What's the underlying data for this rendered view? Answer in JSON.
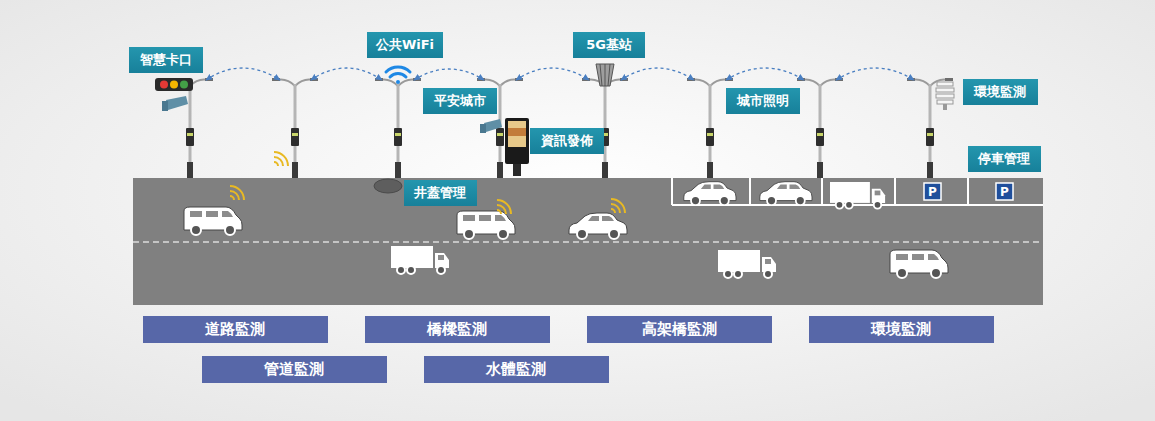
{
  "diagram": {
    "nodes": [
      {
        "text": [
          "公共WiFi"
        ]
      },
      {
        "text": [
          "5G基站"
        ]
      },
      {
        "text": [
          "智慧卡口"
        ]
      },
      {
        "text": [
          "環境監測"
        ]
      },
      {
        "text": [
          "平安城市"
        ]
      },
      {
        "text": [
          "城市照明"
        ]
      },
      {
        "text": [
          "資訊發佈"
        ]
      },
      {
        "text": [
          "停車管理"
        ]
      },
      {
        "text": [
          "井蓋管理"
        ]
      },
      {
        "text": [
          "道路監測"
        ]
      },
      {
        "text": [
          "橋樑監測"
        ]
      },
      {
        "text": [
          "高架橋監測"
        ]
      },
      {
        "text": [
          "環境監測"
        ]
      },
      {
        "text": [
          "管道監測"
        ]
      },
      {
        "text": [
          "水體監測"
        ]
      }
    ],
    "edges": [],
    "labels": [
      "P",
      "P"
    ]
  }
}
